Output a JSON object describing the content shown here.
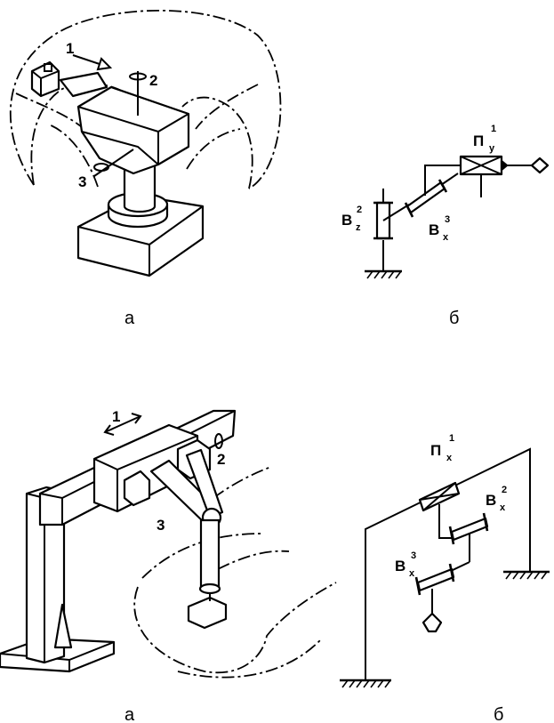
{
  "top_left": {
    "labels": [
      "1",
      "2",
      "3"
    ],
    "caption": "а"
  },
  "top_right": {
    "P": {
      "main": "П",
      "sub": "y",
      "sup": "1"
    },
    "B_left": {
      "main": "B",
      "sub": "z",
      "sup": "2"
    },
    "B_right": {
      "main": "B",
      "sub": "x",
      "sup": "3"
    },
    "caption": "б"
  },
  "bottom_left": {
    "labels": [
      "1",
      "2",
      "3"
    ],
    "caption": "а"
  },
  "bottom_right": {
    "P": {
      "main": "П",
      "sub": "x",
      "sup": "1"
    },
    "B_upper": {
      "main": "B",
      "sub": "x",
      "sup": "2"
    },
    "B_lower": {
      "main": "B",
      "sub": "x",
      "sup": "3"
    },
    "caption": "б"
  }
}
